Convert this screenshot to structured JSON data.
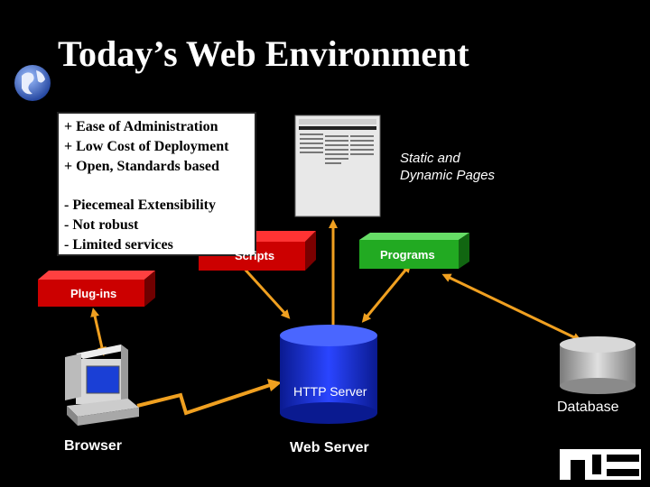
{
  "slide": {
    "title": "Today’s Web Environment",
    "pros_cons": [
      "+ Ease of Administration",
      "+ Low Cost of Deployment",
      "+ Open, Standards based",
      "- Piecemeal Extensibility",
      "- Not robust",
      "- Limited services"
    ]
  },
  "nodes": {
    "static_pages": [
      "Static and",
      "Dynamic Pages"
    ],
    "scripts": "Scripts",
    "programs": "Programs",
    "plugins": "Plug-ins",
    "http_server": "HTTP Server",
    "database": "Database",
    "browser": "Browser",
    "web_server": "Web Server"
  },
  "icons": {
    "globe": "globe-icon",
    "web_page": "web-page-thumbnail",
    "computer": "computer-icon",
    "cylinder": "database-cylinder",
    "logo": "company-logo"
  },
  "colors": {
    "background": "#000000",
    "scripts_box": "#cc0000",
    "programs_box": "#22aa22",
    "plugins_box": "#cc0000",
    "server_cylinder": "#1a2fd6",
    "database_cylinder": "#bfbfbf",
    "arrows": "#f0a020"
  }
}
